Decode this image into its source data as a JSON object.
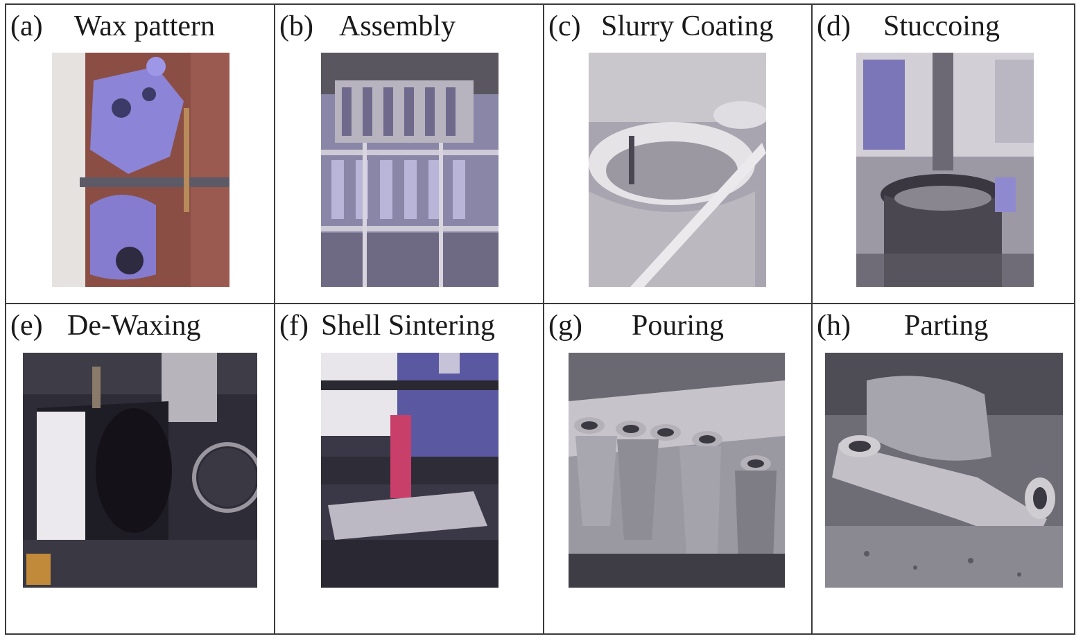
{
  "panels": [
    {
      "letter": "(a)",
      "title": "Wax pattern",
      "photo": "wax-pattern-photo"
    },
    {
      "letter": "(b)",
      "title": "Assembly",
      "photo": "assembly-photo"
    },
    {
      "letter": "(c)",
      "title": "Slurry Coating",
      "photo": "slurry-coating-photo"
    },
    {
      "letter": "(d)",
      "title": "Stuccoing",
      "photo": "stuccoing-photo"
    },
    {
      "letter": "(e)",
      "title": "De-Waxing",
      "photo": "de-waxing-photo"
    },
    {
      "letter": "(f)",
      "title": "Shell Sintering",
      "photo": "shell-sintering-photo"
    },
    {
      "letter": "(g)",
      "title": "Pouring",
      "photo": "pouring-photo"
    },
    {
      "letter": "(h)",
      "title": "Parting",
      "photo": "parting-photo"
    }
  ]
}
